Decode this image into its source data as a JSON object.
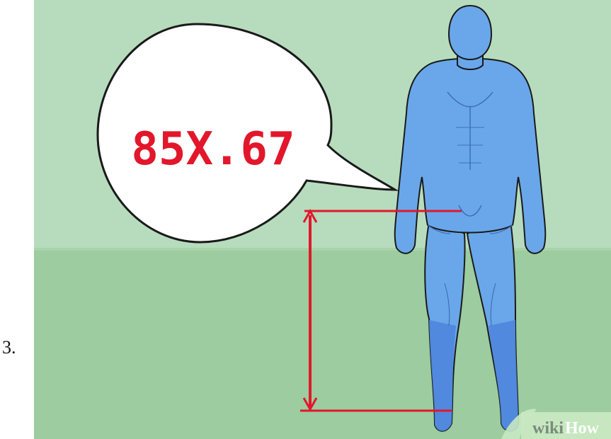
{
  "step": {
    "number": "3."
  },
  "bubble": {
    "text": "85X.67"
  },
  "watermark": {
    "wiki": "wiki",
    "how": "How"
  },
  "colors": {
    "wall": "#b7dcbd",
    "floor": "#9ccc9f",
    "figure": "#6aa7ea",
    "figure_dark": "#4f86dd",
    "measure": "#e2172b",
    "bubble_fill": "#ffffff",
    "outline": "#1a1a1a"
  },
  "icons": {
    "figure": "human-figure-icon",
    "bubble": "speech-bubble-icon",
    "arrow": "double-arrow-icon"
  }
}
